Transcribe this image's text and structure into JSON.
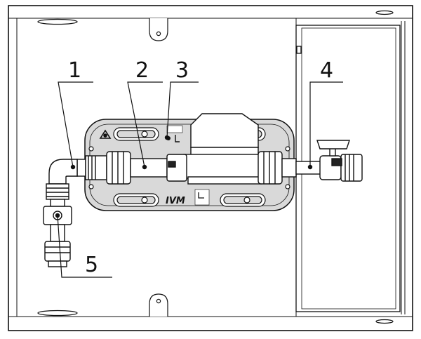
{
  "callouts": [
    {
      "id": "1",
      "text": "1"
    },
    {
      "id": "2",
      "text": "2"
    },
    {
      "id": "3",
      "text": "3"
    },
    {
      "id": "4",
      "text": "4"
    },
    {
      "id": "5",
      "text": "5"
    }
  ],
  "plate_marking": "IVM",
  "colors": {
    "line": "#111111",
    "fill": "#ffffff",
    "shade": "#d9d9d9",
    "dark": "#222222"
  }
}
